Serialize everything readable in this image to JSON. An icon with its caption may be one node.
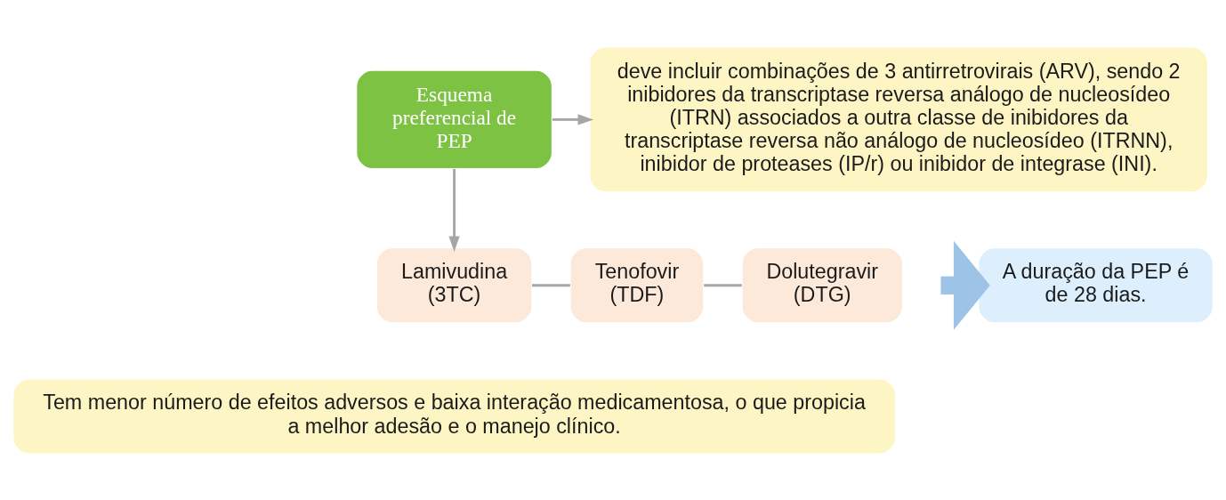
{
  "diagram": {
    "nodes": [
      {
        "text": [
          "Esquema preferencial de PEP"
        ]
      },
      {
        "text": [
          "deve incluir combinações de 3 antirretrovirais (ARV), sendo 2 inibidores da transcriptase reversa análogo de nucleosídeo (ITRN) associados a outra classe de inibidores da transcriptase reversa não análogo de nucleosídeo (ITRNN), inibidor de proteases (IP/r) ou inibidor de integrase (INI)."
        ]
      },
      {
        "text": [
          "Lamivudina (3TC)"
        ]
      },
      {
        "text": [
          "Tenofovir (TDF)"
        ]
      },
      {
        "text": [
          "Dolutegravir (DTG)"
        ]
      },
      {
        "text": [
          "A duração da PEP é de 28 dias."
        ]
      },
      {
        "text": [
          "Tem menor número de efeitos adversos e baixa interação medicamentosa, o que propicia a melhor adesão e o manejo clínico."
        ]
      }
    ],
    "edges": [
      {
        "from": 0,
        "to": 1,
        "arrow": "to"
      },
      {
        "from": 0,
        "to": 2,
        "arrow": "to"
      },
      {
        "from": 2,
        "to": 3,
        "arrow": "none"
      },
      {
        "from": 3,
        "to": 4,
        "arrow": "none"
      },
      {
        "from": null,
        "to": 5,
        "arrow": "to",
        "style": "thick",
        "color": "#9dc3e6"
      }
    ]
  }
}
